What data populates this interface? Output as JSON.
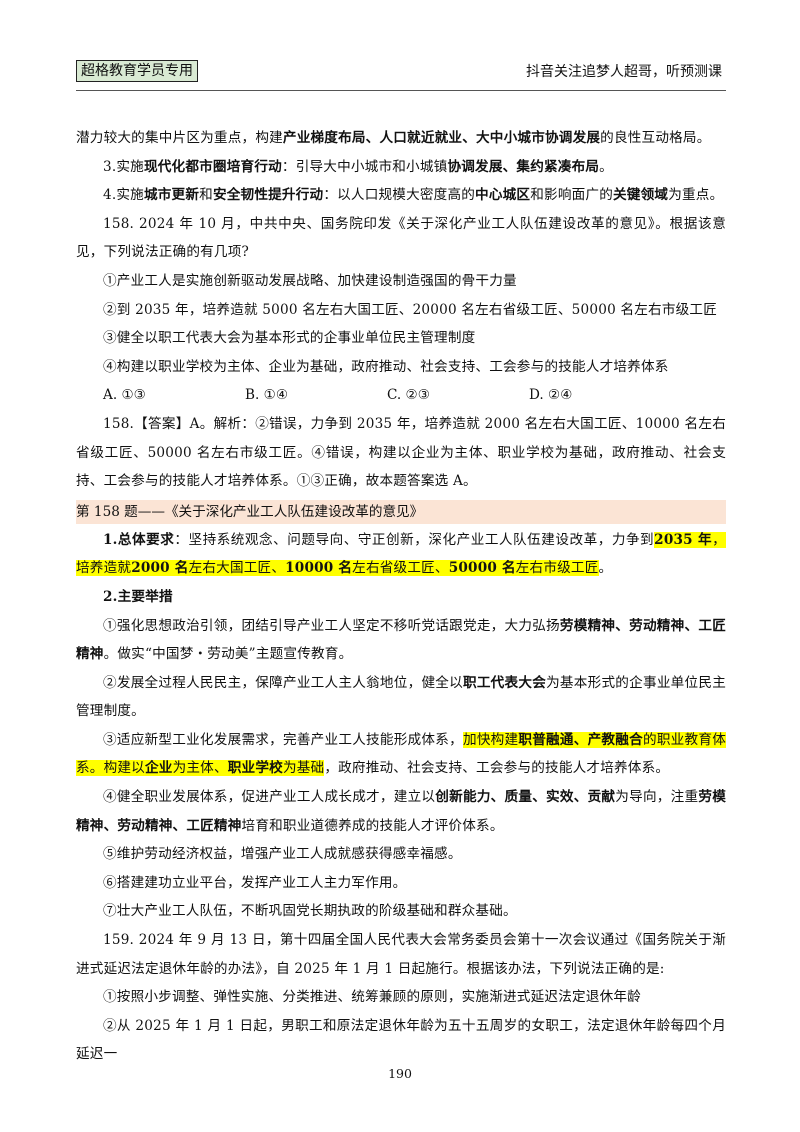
{
  "header": {
    "badge": "超格教育学员专用",
    "right": "抖音关注追梦人超哥，听预测课"
  },
  "intro": {
    "l1": [
      {
        "t": "潜力较大的集中片区为重点，构建"
      },
      {
        "t": "产业梯度布局、人口就近就业、大中小城市协调发展",
        "b": true
      },
      {
        "t": "的良性互动格局。"
      }
    ],
    "l2": [
      {
        "t": "3.实施"
      },
      {
        "t": "现代化都市圈培育行动",
        "b": true
      },
      {
        "t": "：引导大中小城市和小城镇"
      },
      {
        "t": "协调发展、集约紧凑布局",
        "b": true
      },
      {
        "t": "。"
      }
    ],
    "l3": [
      {
        "t": "4.实施"
      },
      {
        "t": "城市更新",
        "b": true
      },
      {
        "t": "和"
      },
      {
        "t": "安全韧性提升行动",
        "b": true
      },
      {
        "t": "：以人口规模大密度高的"
      },
      {
        "t": "中心城区",
        "b": true
      },
      {
        "t": "和影响面广的"
      },
      {
        "t": "关键领域",
        "b": true
      },
      {
        "t": "为重点。"
      }
    ]
  },
  "q158": {
    "stem": "158. 2024 年 10 月，中共中央、国务院印发《关于深化产业工人队伍建设改革的意见》。根据该意见，下列说法正确的有几项?",
    "items": [
      "①产业工人是实施创新驱动发展战略、加快建设制造强国的骨干力量",
      "②到 2035 年，培养造就 5000 名左右大国工匠、20000 名左右省级工匠、50000 名左右市级工匠",
      "③健全以职工代表大会为基本形式的企事业单位民主管理制度",
      "④构建以职业学校为主体、企业为基础，政府推动、社会支持、工会参与的技能人才培养体系"
    ],
    "options": [
      "A. ①③",
      "B. ①④",
      "C. ②③",
      "D. ②④"
    ],
    "answer": "158.【答案】A。解析：②错误，力争到 2035 年，培养造就 2000 名左右大国工匠、10000 名左右省级工匠、50000 名左右市级工匠。④错误，构建以企业为主体、职业学校为基础，政府推动、社会支持、工会参与的技能人才培养体系。①③正确，故本题答案选 A。"
  },
  "topic": {
    "title": "第 158 题——《关于深化产业工人队伍建设改革的意见》",
    "req": [
      {
        "t": "1.总体要求",
        "b": true
      },
      {
        "t": "：坚持系统观念、问题导向、守正创新，深化产业工人队伍建设改革，力争到"
      },
      {
        "t": "2035 年",
        "b": true,
        "h": true
      },
      {
        "t": "，培养造就",
        "h": true
      },
      {
        "t": "2000 名",
        "b": true,
        "h": true
      },
      {
        "t": "左右大国工匠、",
        "h": true
      },
      {
        "t": "10000 名",
        "b": true,
        "h": true
      },
      {
        "t": "左右省级工匠、",
        "h": true
      },
      {
        "t": "50000 名",
        "b": true,
        "h": true
      },
      {
        "t": "左右市级工匠",
        "h": true
      },
      {
        "t": "。"
      }
    ],
    "measures_title": "2.主要举措",
    "m1": [
      {
        "t": "①强化思想政治引领，团结引导产业工人坚定不移听党话跟党走，大力弘扬"
      },
      {
        "t": "劳模精神、劳动精神、工匠精神",
        "b": true
      },
      {
        "t": "。做实“中国梦・劳动美”主题宣传教育。"
      }
    ],
    "m2": [
      {
        "t": "②发展全过程人民民主，保障产业工人主人翁地位，健全以"
      },
      {
        "t": "职工代表大会",
        "b": true
      },
      {
        "t": "为基本形式的企事业单位民主管理制度。"
      }
    ],
    "m3": [
      {
        "t": "③适应新型工业化发展需求，完善产业工人技能形成体系，"
      },
      {
        "t": "加快构建",
        "h": true
      },
      {
        "t": "职普融通、产教融合",
        "b": true,
        "h": true
      },
      {
        "t": "的职业教育体系。构建以",
        "h": true
      },
      {
        "t": "企业",
        "b": true,
        "h": true
      },
      {
        "t": "为主体、",
        "h": true
      },
      {
        "t": "职业学校",
        "b": true,
        "h": true
      },
      {
        "t": "为基础",
        "h": true
      },
      {
        "t": "，政府推动、社会支持、工会参与的技能人才培养体系。"
      }
    ],
    "m4": [
      {
        "t": "④健全职业发展体系，促进产业工人成长成才，建立以"
      },
      {
        "t": "创新能力、质量、实效、贡献",
        "b": true
      },
      {
        "t": "为导向，注重"
      },
      {
        "t": "劳模精神、劳动精神、工匠精神",
        "b": true
      },
      {
        "t": "培育和职业道德养成的技能人才评价体系。"
      }
    ],
    "m5": "⑤维护劳动经济权益，增强产业工人成就感获得感幸福感。",
    "m6": "⑥搭建建功立业平台，发挥产业工人主力军作用。",
    "m7": "⑦壮大产业工人队伍，不断巩固党长期执政的阶级基础和群众基础。"
  },
  "q159": {
    "stem": "159. 2024 年 9 月 13 日，第十四届全国人民代表大会常务委员会第十一次会议通过《国务院关于渐进式延迟法定退休年龄的办法》，自 2025 年 1 月 1 日起施行。根据该办法，下列说法正确的是:",
    "i1": "①按照小步调整、弹性实施、分类推进、统筹兼顾的原则，实施渐进式延迟法定退休年龄",
    "i2": "②从 2025 年 1 月 1 日起，男职工和原法定退休年龄为五十五周岁的女职工，法定退休年龄每四个月延迟一"
  },
  "footer": {
    "page": "190"
  }
}
